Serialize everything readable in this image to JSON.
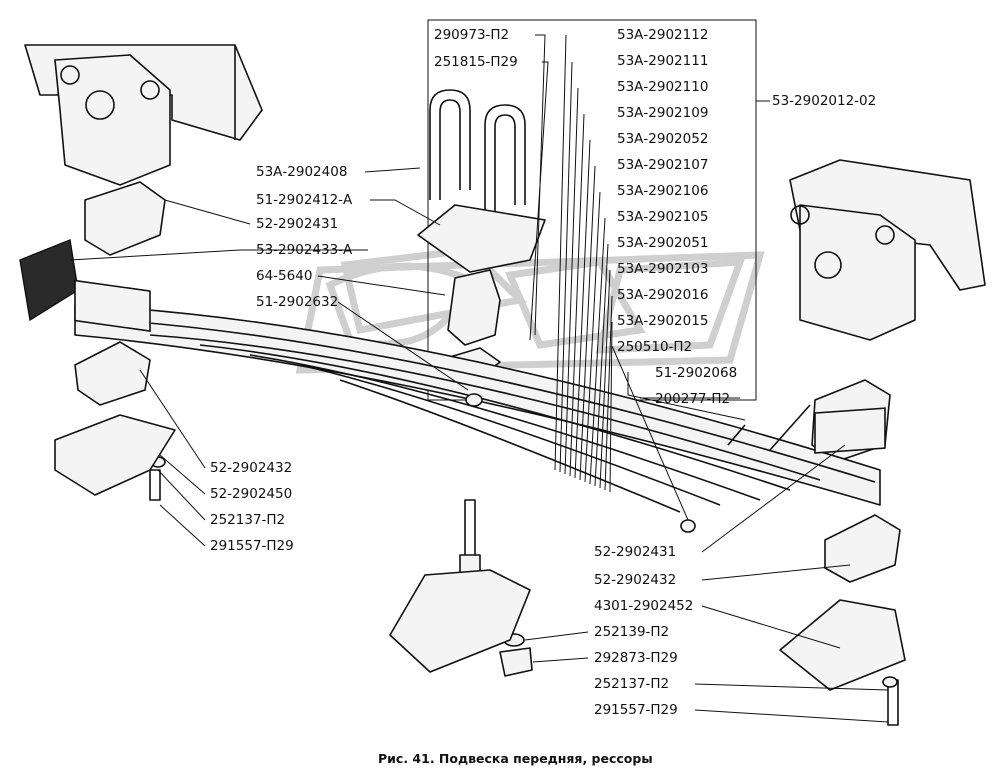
{
  "labels": {
    "l290973": "290973-П2",
    "l251815": "251815-П29",
    "l53A2902112": "53А-2902112",
    "l53A2902111": "53А-2902111",
    "l53A2902110": "53А-2902110",
    "l53A2902109": "53А-2902109",
    "l53A2902052": "53А-2902052",
    "l53A2902107": "53А-2902107",
    "l53A2902106": "53А-2902106",
    "l53A2902105": "53А-2902105",
    "l53A2902051": "53А-2902051",
    "l53A2902103": "53А-2902103",
    "l53A2902016": "53А-2902016",
    "l53A2902015": "53А-2902015",
    "l250510": "250510-П2",
    "l512902068": "51-2902068",
    "l200277": "200277-П2",
    "l53290201202": "53-2902012-02",
    "l53A2902408": "53А-2902408",
    "l512902412A": "51-2902412-А",
    "l522902431a": "52-2902431",
    "l532902433A": "53-2902433-А",
    "l645640": "64-5640",
    "l512902632": "51-2902632",
    "l522902432a": "52-2902432",
    "l522902450": "52-2902450",
    "l252137a": "252137-П2",
    "l291557a": "291557-П29",
    "l522902431b": "52-2902431",
    "l522902432b": "52-2902432",
    "l43012902452": "4301-2902452",
    "l252139": "252139-П2",
    "l292873": "292873-П29",
    "l252137b": "252137-П2",
    "l291557b": "291557-П29"
  },
  "caption": "Рис. 41. Подвеска передняя, рессоры"
}
